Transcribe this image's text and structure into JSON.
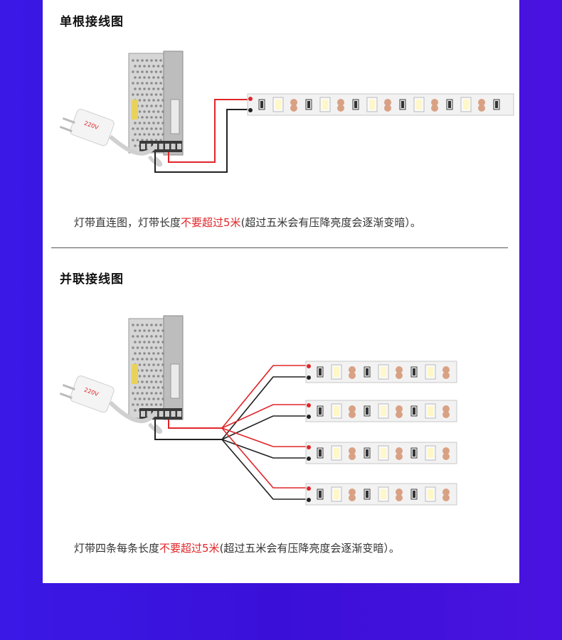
{
  "section1": {
    "title": "单根接线图",
    "caption_a": "灯带直连图，灯带长度",
    "caption_red": "不要超过5米",
    "caption_b": "(超过五米会有压降亮度会逐渐变暗）。",
    "plug_label": "220V"
  },
  "section2": {
    "title": "并联接线图",
    "caption_a": "灯带四条每条长度",
    "caption_red": "不要超过5米",
    "caption_b": "(超过五米会有压降亮度会逐渐变暗）。",
    "plug_label": "220V",
    "strip_count": 4
  },
  "colors": {
    "background": "#3b18e6",
    "wire_positive": "#e0262a",
    "wire_negative": "#222222",
    "accent_text": "#e0262a",
    "strip_base": "#f2f2f2",
    "strip_pad": "#d9a184"
  }
}
